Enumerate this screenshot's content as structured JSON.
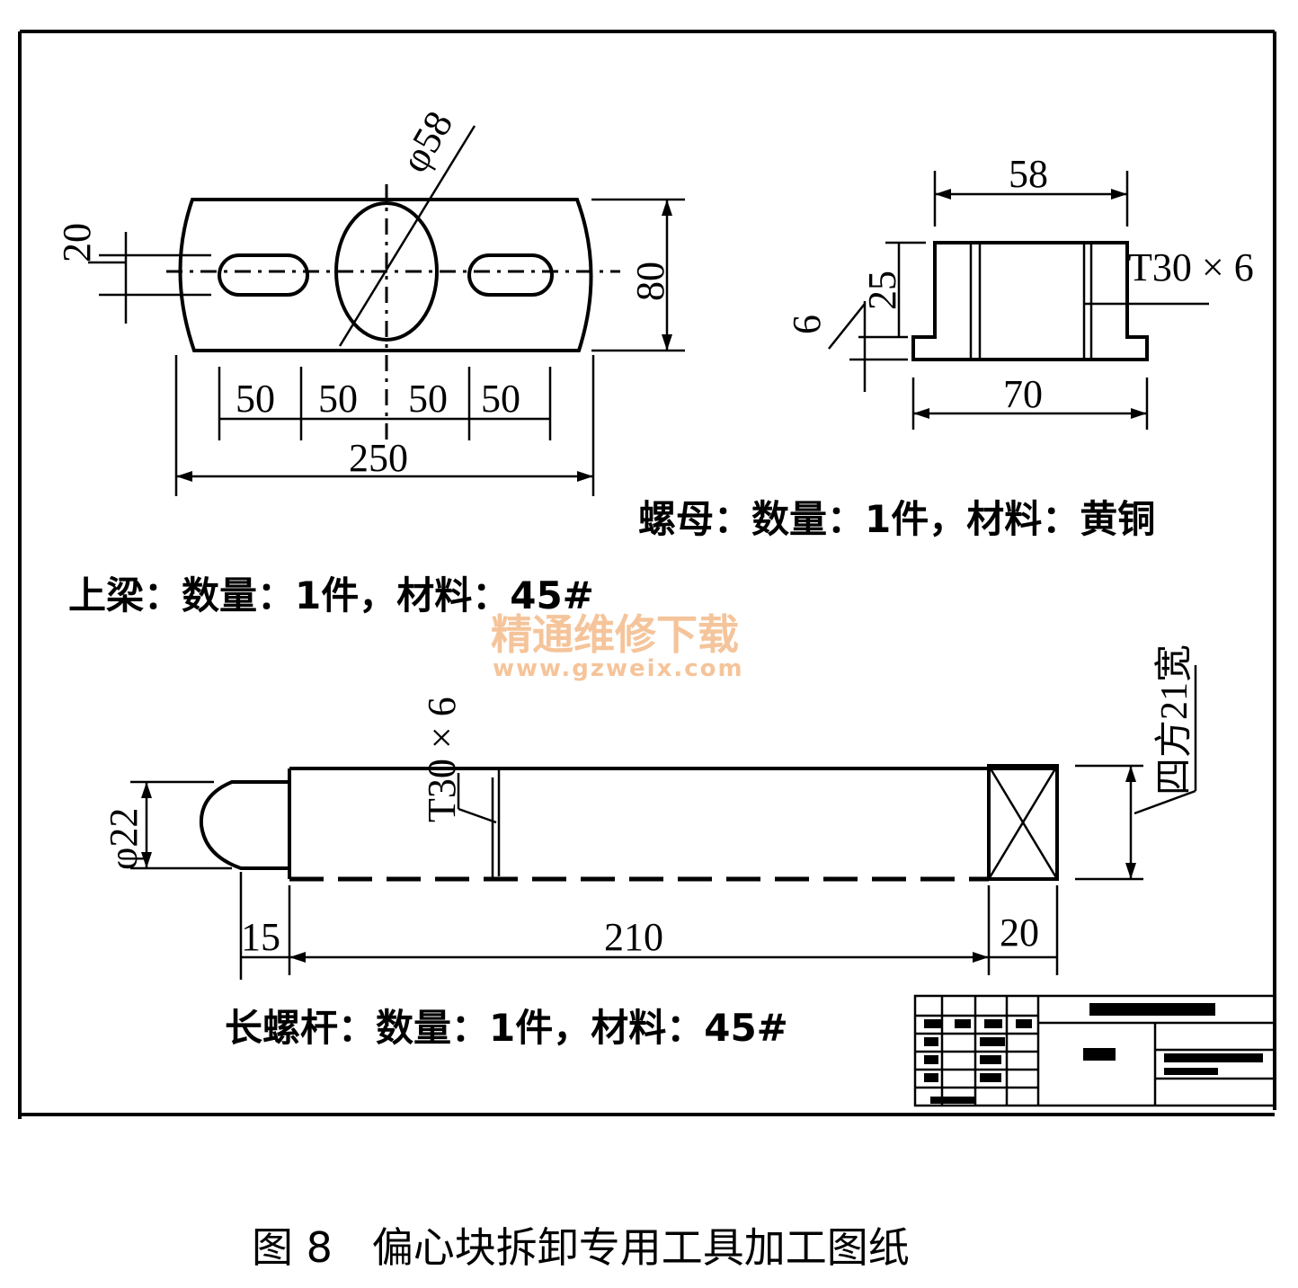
{
  "upper_beam": {
    "dims": {
      "slot_width": "20",
      "height": "80",
      "hole_dia": "φ58",
      "pitch_1": "50",
      "pitch_2": "50",
      "pitch_3": "50",
      "pitch_4": "50",
      "length": "250"
    },
    "note": "上梁：数量：1件，材料：45#"
  },
  "nut": {
    "dims": {
      "top_width": "58",
      "thread": "T30 × 6",
      "boss_height": "25",
      "flange_thickness": "6",
      "base_width": "70"
    },
    "note": "螺母：数量：1件，材料：黄铜"
  },
  "long_screw": {
    "dims": {
      "thread": "T30 × 6",
      "head_dia": "φ22",
      "square": "四方21宽",
      "head_length": "15",
      "body_length": "210",
      "square_length": "20"
    },
    "note": "长螺杆：数量：1件，材料：45#"
  },
  "watermark": {
    "line1": "精通维修下载",
    "line2": "www.gzweix.com"
  },
  "caption": "图 8   偏心块拆卸专用工具加工图纸"
}
